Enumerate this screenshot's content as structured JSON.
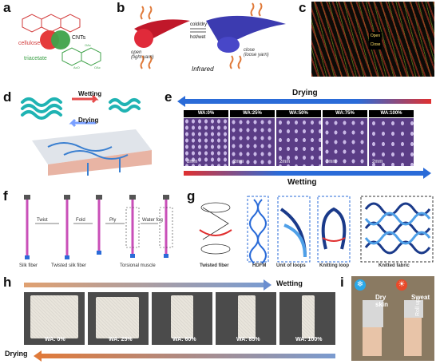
{
  "panels": {
    "a": {
      "label": "a",
      "cellulose": "cellulose",
      "cnts": "CNTs",
      "triacetate": "triacetate"
    },
    "b": {
      "label": "b",
      "open": "open\n(tight yarn)",
      "close": "close\n(loose yarn)",
      "cold_dry": "cold/dry",
      "hot_wet": "hot/wet",
      "infrared": "Infrared"
    },
    "c": {
      "label": "c",
      "open": "Open",
      "close": "Close"
    },
    "d": {
      "label": "d",
      "wetting": "Wetting",
      "drying": "Drying"
    },
    "e": {
      "label": "e",
      "drying": "Drying",
      "wetting": "Wetting",
      "wa": [
        "WA:0%",
        "WA:25%",
        "WA:50%",
        "WA:75%",
        "WA:100%"
      ],
      "scale": [
        "2mm",
        "2mm",
        "2mm",
        "2mm",
        "2mm"
      ]
    },
    "f": {
      "label": "f",
      "twist": "Twist",
      "fold": "Fold",
      "ply": "Ply",
      "water_fog": "Water fog",
      "silk_fiber": "Silk fiber",
      "twisted_silk": "Twisted silk fiber",
      "torsional": "Torsional muscle"
    },
    "g": {
      "label": "g",
      "twisted_fiber": "Twisted fiber",
      "hdfm": "HDFM",
      "unit": "Unit of loops",
      "knitting_loop": "Knitting loop",
      "knitted_fabric": "Knitted fabric"
    },
    "h": {
      "label": "h",
      "wetting": "Wetting",
      "drying": "Drying",
      "wa": [
        "WA: 0%",
        "WA: 25%",
        "WA: 60%",
        "WA: 85%",
        "WA: 100%"
      ]
    },
    "i": {
      "label": "i",
      "dry_skin": "Dry\nskin",
      "sweat": "Sweat",
      "roll_up": "Roll up"
    }
  },
  "colors": {
    "blue": "#2a6bd8",
    "red": "#e03030",
    "purple": "#5b3d86",
    "orange": "#e07a3a",
    "teal": "#1fb3b3"
  }
}
